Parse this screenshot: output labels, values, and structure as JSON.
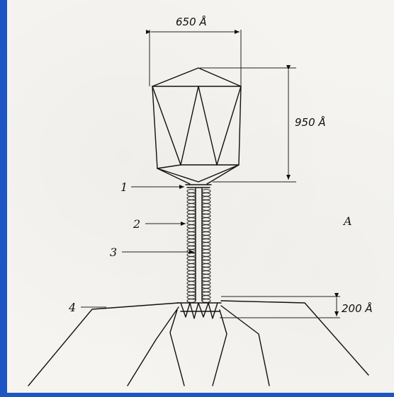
{
  "dimensions": {
    "head_width": "650 Å",
    "head_height": "950 Å",
    "baseplate_height": "200 Å"
  },
  "labels": {
    "collar": "1",
    "sheath": "2",
    "core": "3",
    "fibers": "4",
    "figure_letter": "A"
  },
  "colors": {
    "frame": "#1d56c4",
    "paper": "#f5f4f0",
    "ink": "#111111"
  }
}
